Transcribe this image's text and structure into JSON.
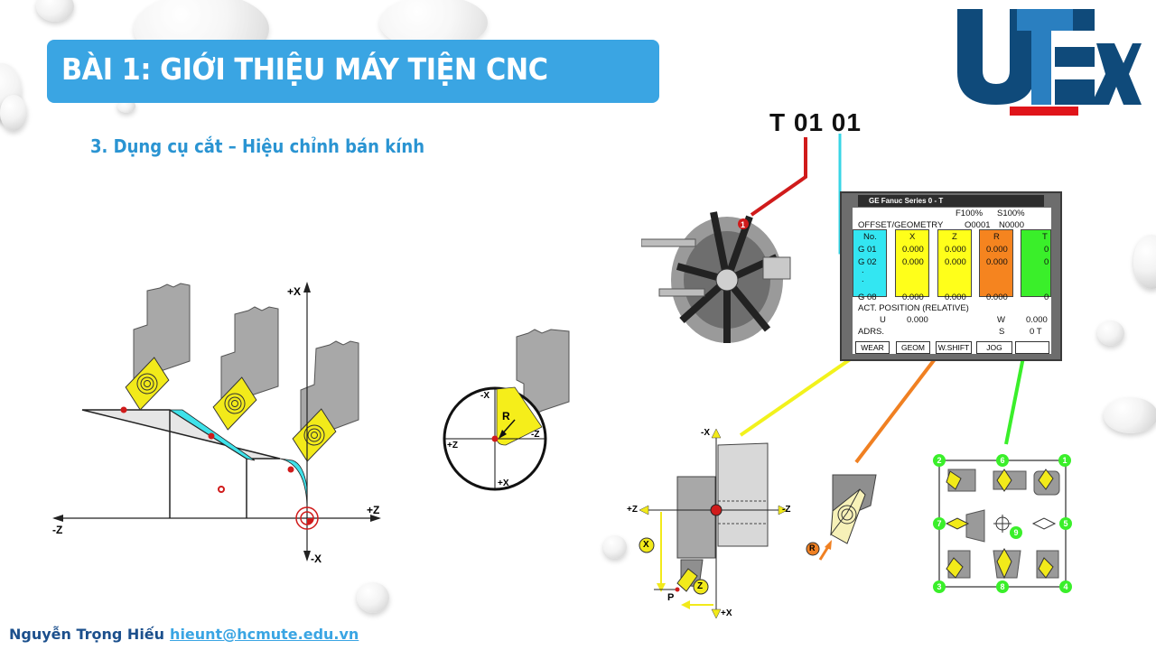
{
  "slide": {
    "title": "BÀI 1: GIỚI THIỆU MÁY TIỆN CNC",
    "subtitle": "3. Dụng cụ cắt – Hiệu chỉnh bán kính",
    "footer": {
      "author": "Nguyễn Trọng Hiếu",
      "email": "hieunt@hcmute.edu.vn"
    },
    "logo": {
      "text": "UTEx",
      "colors": {
        "dark": "#0f4a7a",
        "light": "#2a7fc0",
        "bar": "#e0141a"
      }
    },
    "colors": {
      "title_bg": "#3aa5e3",
      "subtitle": "#2a94d2",
      "footer_name": "#1b4f8c",
      "footer_link": "#3aa5e3"
    }
  },
  "tool_code": {
    "text": "T 01 01",
    "line_tool_color": "#d01b1b",
    "line_offset_color": "#38d6e6"
  },
  "diagram_left": {
    "axis_labels": {
      "plus_x": "+X",
      "minus_x": "-X",
      "plus_z": "+Z",
      "minus_z": "-Z"
    }
  },
  "diagram_circle": {
    "labels": {
      "minus_x": "-X",
      "plus_x": "+X",
      "plus_z": "+Z",
      "minus_z": "-Z",
      "radius": "R"
    }
  },
  "fanuc_panel": {
    "title": "GE Fanuc Series 0 - T",
    "feed": "F100%",
    "spindle": "S100%",
    "mode": "OFFSET/GEOMETRY",
    "program": "O0001",
    "sequence": "N0000",
    "columns": [
      {
        "header": "No.",
        "color": "#33e6f2"
      },
      {
        "header": "X",
        "color": "#ffff1a"
      },
      {
        "header": "Z",
        "color": "#ffff1a"
      },
      {
        "header": "R",
        "color": "#f5841f"
      },
      {
        "header": "T",
        "color": "#3aef2a"
      }
    ],
    "rows": [
      {
        "no": "G 01",
        "x": "0.000",
        "z": "0.000",
        "r": "0.000",
        "t": "0"
      },
      {
        "no": "G 02",
        "x": "0.000",
        "z": "0.000",
        "r": "0.000",
        "t": "0"
      },
      {
        "no": "G 08",
        "x": "0.000",
        "z": "0.000",
        "r": "0.000",
        "t": "0"
      }
    ],
    "dots": ".",
    "act_position": "ACT. POSITION (RELATIVE)",
    "u_label": "U",
    "u_value": "0.000",
    "w_label": "W",
    "w_value": "0.000",
    "adrs": "ADRS.",
    "s_label": "S",
    "s_value": "0 T",
    "softkeys": [
      "WEAR",
      "GEOM",
      "W.SHIFT",
      "JOG",
      ""
    ]
  },
  "diagram_offset": {
    "labels": {
      "minus_x": "-X",
      "plus_x": "+X",
      "plus_z": "+Z",
      "minus_z": "-Z",
      "x": "X",
      "z": "Z",
      "p": "P"
    }
  },
  "diagram_radius": {
    "label": "R"
  },
  "diagram_tip": {
    "positions": [
      "1",
      "2",
      "3",
      "4",
      "5",
      "6",
      "7",
      "8",
      "9"
    ]
  }
}
